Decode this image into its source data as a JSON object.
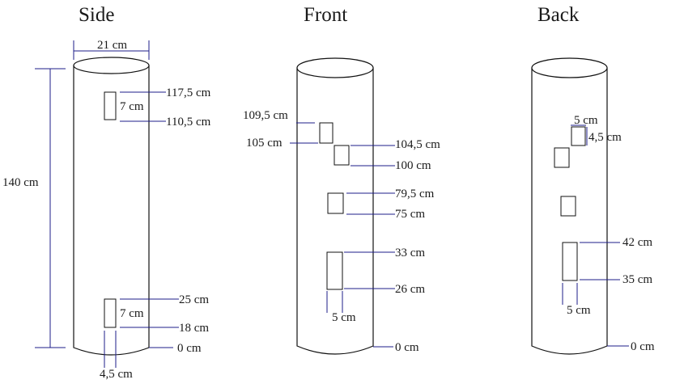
{
  "views": {
    "side": {
      "title": "Side",
      "diameter": "21 cm",
      "height": "140 cm",
      "upper_top": "117,5 cm",
      "upper_size": "7 cm",
      "upper_bottom": "110,5 cm",
      "lower_top": "25 cm",
      "lower_size": "7 cm",
      "lower_bottom": "18 cm",
      "base": "0 cm",
      "width": "4,5 cm"
    },
    "front": {
      "title": "Front",
      "w1_top": "109,5 cm",
      "w1_bottom": "105 cm",
      "w2_top": "104,5 cm",
      "w2_bottom": "100 cm",
      "w3_top": "79,5 cm",
      "w3_bottom": "75 cm",
      "w4_top": "33 cm",
      "w4_bottom": "26 cm",
      "width": "5 cm",
      "base": "0 cm"
    },
    "back": {
      "title": "Back",
      "small_width": "5 cm",
      "small_height": "4,5 cm",
      "tall_top": "42 cm",
      "tall_bottom": "35 cm",
      "width": "5 cm",
      "base": "0 cm"
    }
  }
}
